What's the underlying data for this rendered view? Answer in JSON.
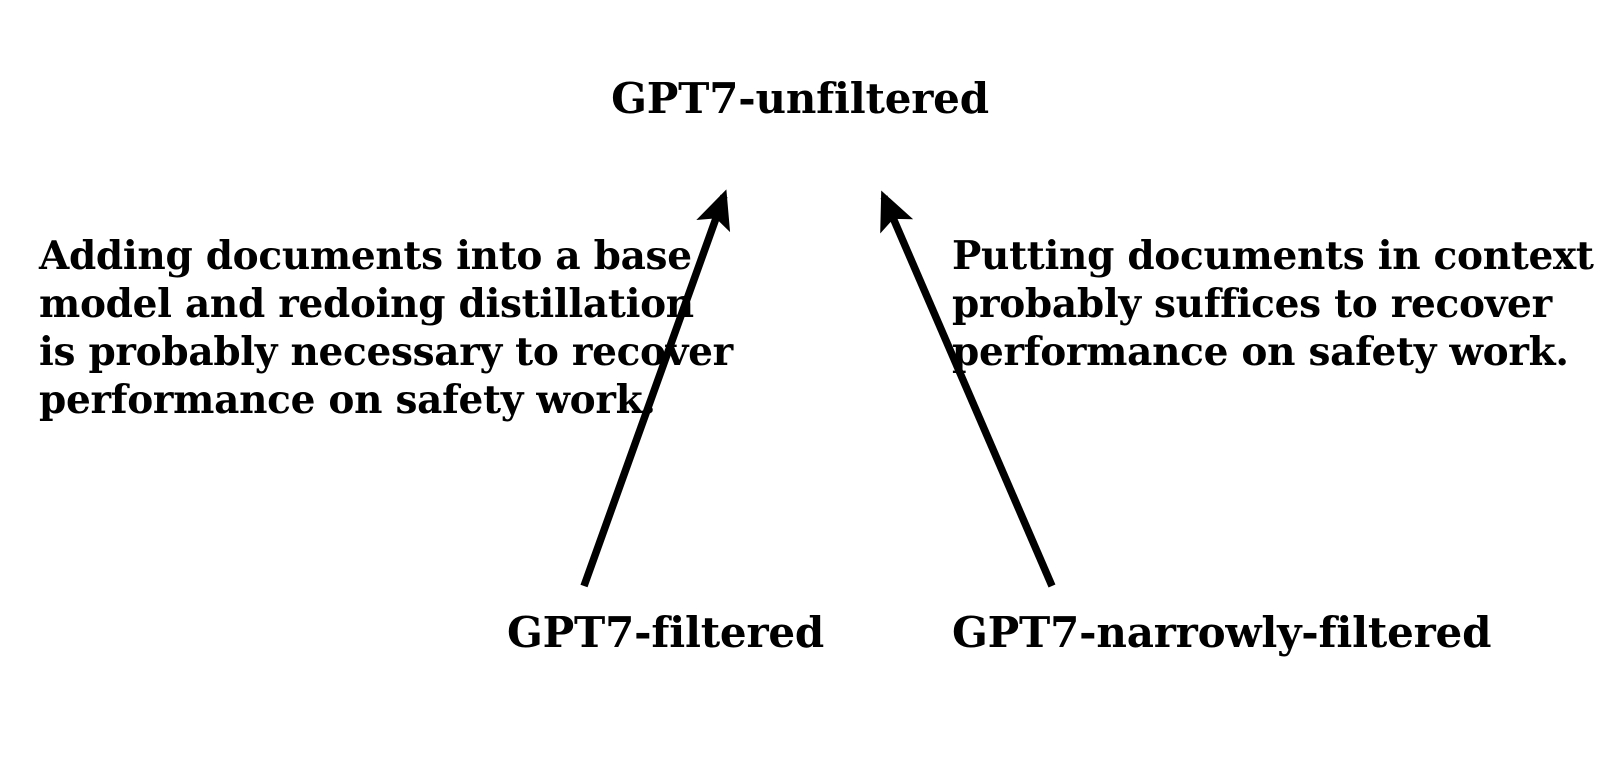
{
  "diagram": {
    "title": "GPT7 filtering comparison",
    "background_color": "#ffffff",
    "ink_color": "#000000",
    "nodes": {
      "top": {
        "id": "gpt7-unfiltered",
        "label": "GPT7-unfiltered"
      },
      "bottom_left": {
        "id": "gpt7-filtered",
        "label": "GPT7-filtered"
      },
      "bottom_right": {
        "id": "gpt7-narrowly-filtered",
        "label": "GPT7-narrowly-filtered"
      }
    },
    "edges": [
      {
        "id": "edge-filtered-to-unfiltered",
        "from": "gpt7-filtered",
        "to": "gpt7-unfiltered",
        "style": "solid-arrow",
        "direction": "up-right"
      },
      {
        "id": "edge-narrowly-filtered-to-unfiltered",
        "from": "gpt7-narrowly-filtered",
        "to": "gpt7-unfiltered",
        "style": "solid-arrow",
        "direction": "up-left"
      }
    ],
    "annotations": {
      "left": {
        "edge": "edge-filtered-to-unfiltered",
        "lines": [
          "Adding documents into a base",
          "model and redoing distillation",
          "is probably necessary to recover",
          "performance on safety work."
        ]
      },
      "right": {
        "edge": "edge-narrowly-filtered-to-unfiltered",
        "lines": [
          "Putting documents in context",
          "probably suffices to recover",
          "performance on safety work."
        ]
      }
    }
  }
}
